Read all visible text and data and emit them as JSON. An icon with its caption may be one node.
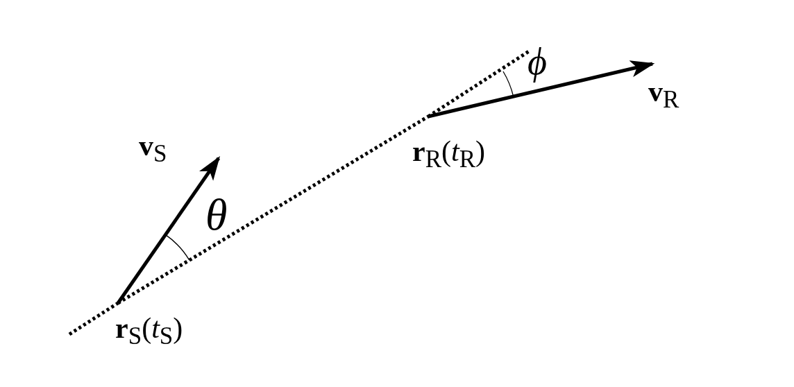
{
  "diagram": {
    "nodes": [
      {
        "text": [
          "**r**$_{S}$(*t*$_{S}$)"
        ]
      },
      {
        "text": [
          "**r**$_{R}$(*t*$_{R}$)"
        ]
      },
      {
        "text": [
          "**v**$_{S}$"
        ]
      },
      {
        "text": [
          "**v**$_{R}$"
        ]
      }
    ],
    "edges": [
      {
        "from": 0,
        "to": 2,
        "arrow": "to"
      },
      {
        "from": 1,
        "to": 3,
        "arrow": "to"
      },
      {
        "from": 0,
        "to": 1,
        "arrow": "none",
        "style": "dashed"
      }
    ],
    "labels": [
      "θ",
      "ϕ"
    ]
  }
}
